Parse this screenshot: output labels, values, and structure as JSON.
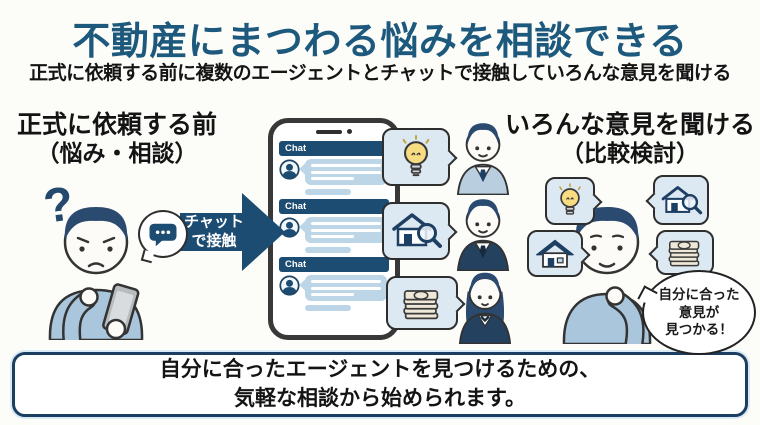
{
  "colors": {
    "title_accent": "#1d587d",
    "navy": "#1d4c72",
    "dark_navy_border": "#1c3f61",
    "chat_bubble_blue": "#bcd6e7",
    "icon_bubble_blue": "#dce9f2",
    "lightbulb_yellow": "#f8dc82",
    "money_cream": "#efe8d8",
    "person_shirt_blue": "#a9c6dd",
    "hair_navy": "#2b4a6f"
  },
  "header": {
    "title": "不動産にまつわる悩みを相談できる",
    "subtitle": "正式に依頼する前に複数のエージェントとチャットで接触していろんな意見を聞ける"
  },
  "left_section": {
    "heading": "正式に依頼する前",
    "subheading": "（悩み・相談）"
  },
  "arrow": {
    "label_line1": "チャット",
    "label_line2": "で接触"
  },
  "phone": {
    "chat_windows": [
      {
        "title": "Chat"
      },
      {
        "title": "Chat"
      },
      {
        "title": "Chat"
      }
    ]
  },
  "right_section": {
    "heading": "いろんな意見を聞ける",
    "subheading": "（比較検討）",
    "speech_bubble": {
      "line1": "自分に合った",
      "line2": "意見が",
      "line3": "見つかる！"
    }
  },
  "footer": {
    "line1": "自分に合ったエージェントを見つけるための、",
    "line2": "気軽な相談から始められます。"
  },
  "icons": {
    "question_mark_glyph": "?",
    "names": [
      "question-mark-icon",
      "chat-dots-icon",
      "lightbulb-icon",
      "house-search-icon",
      "money-icon",
      "house-icon"
    ]
  }
}
